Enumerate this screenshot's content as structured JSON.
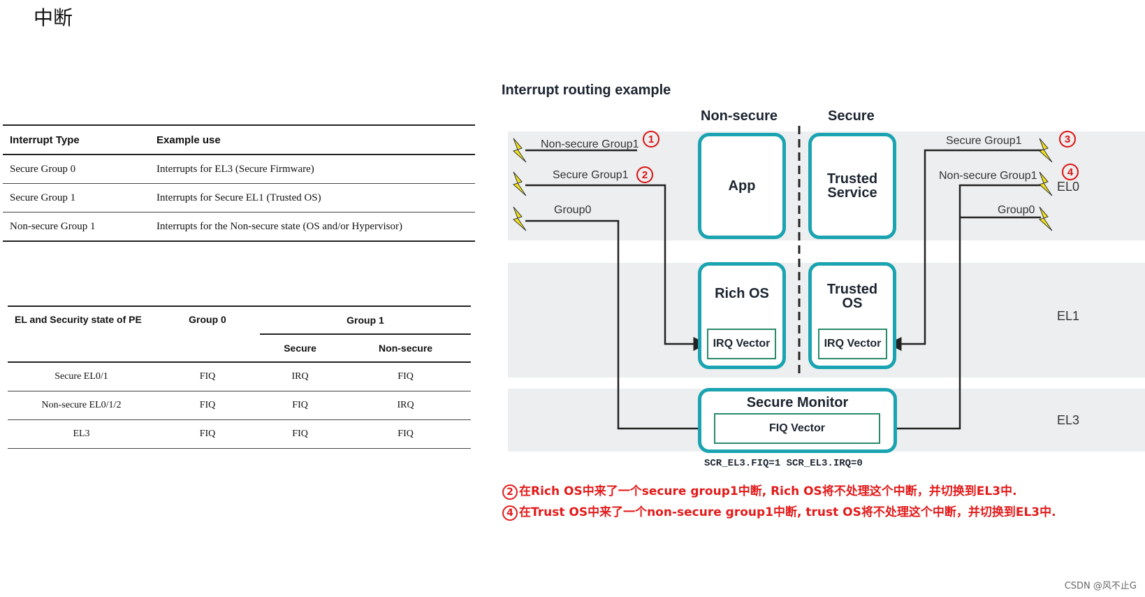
{
  "page": {
    "title": "中断",
    "watermark": "CSDN @风不止G"
  },
  "types_table": {
    "headers": [
      "Interrupt Type",
      "Example use"
    ],
    "rows": [
      [
        "Secure Group 0",
        "Interrupts for EL3 (Secure Firmware)"
      ],
      [
        "Secure Group 1",
        "Interrupts for Secure EL1 (Trusted OS)"
      ],
      [
        "Non-secure Group 1",
        "Interrupts for the Non-secure state (OS and/or Hypervisor)"
      ]
    ]
  },
  "el_table": {
    "header_col": "EL and Security state of PE",
    "header_group0": "Group 0",
    "header_group1": "Group 1",
    "sub_secure": "Secure",
    "sub_nonsecure": "Non-secure",
    "rows": [
      [
        "Secure EL0/1",
        "FIQ",
        "IRQ",
        "FIQ"
      ],
      [
        "Non-secure EL0/1/2",
        "FIQ",
        "FIQ",
        "IRQ"
      ],
      [
        "EL3",
        "FIQ",
        "FIQ",
        "FIQ"
      ]
    ]
  },
  "diagram": {
    "title": "Interrupt routing example",
    "nonsecure_header": "Non-secure",
    "secure_header": "Secure",
    "el_labels": {
      "el0": "EL0",
      "el1": "EL1",
      "el3": "EL3"
    },
    "boxes": {
      "app": "App",
      "trusted_service_1": "Trusted",
      "trusted_service_2": "Service",
      "rich_os": "Rich OS",
      "trusted_os_1": "Trusted",
      "trusted_os_2": "OS",
      "secure_monitor": "Secure Monitor",
      "irq_vector_left": "IRQ Vector",
      "irq_vector_right": "IRQ Vector",
      "fiq_vector": "FIQ Vector"
    },
    "left_sources": [
      "Non-secure Group1",
      "Secure Group1",
      "Group0"
    ],
    "right_sources": [
      "Secure Group1",
      "Non-secure Group1",
      "Group0"
    ],
    "markers": [
      "1",
      "2",
      "3",
      "4"
    ],
    "scr_text": "SCR_EL3.FIQ=1 SCR_EL3.IRQ=0",
    "notes": [
      {
        "num": "2",
        "text": "在Rich OS中来了一个secure group1中断, Rich OS将不处理这个中断，并切换到EL3中."
      },
      {
        "num": "4",
        "text": "在Trust OS中来了一个non-secure group1中断, trust OS将不处理这个中断，并切换到EL3中."
      }
    ],
    "colors": {
      "box_border": "#1aa3b0",
      "marker": "#dd1111",
      "lightning": "#f2e21a"
    }
  }
}
